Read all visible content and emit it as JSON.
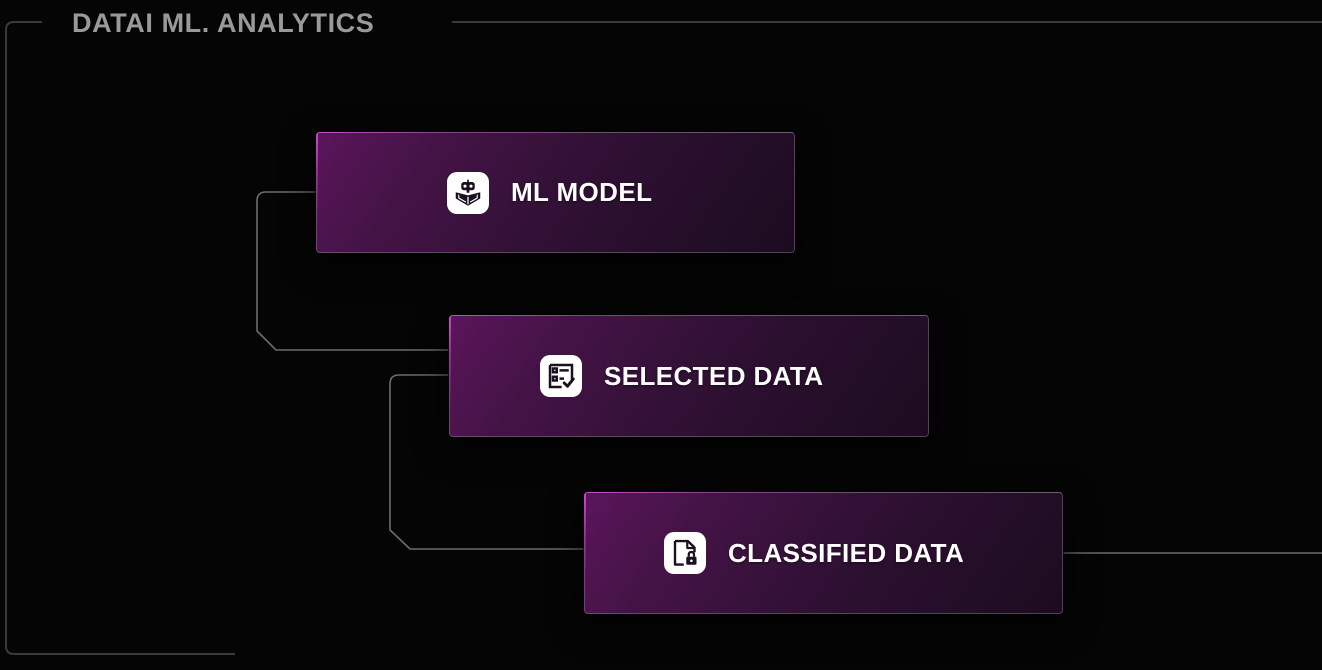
{
  "panel": {
    "title": "DATAI ML. ANALYTICS",
    "title_color": "#9a9a9a",
    "background_color": "#050505",
    "frame_color": "#3a3a3a"
  },
  "theme": {
    "node_accent": "#d746d7",
    "node_fill_start": "#601660",
    "node_fill_end": "#1c0c20",
    "node_border": "#afaab4",
    "label_color": "#ffffff",
    "connector_color": "#6d6d6d"
  },
  "flow": {
    "nodes": [
      {
        "id": "ml-model",
        "label": "ML MODEL",
        "icon": "robot-book-icon"
      },
      {
        "id": "selected-data",
        "label": "SELECTED DATA",
        "icon": "checklist-icon"
      },
      {
        "id": "classified-data",
        "label": "CLASSIFIED DATA",
        "icon": "locked-document-icon"
      }
    ],
    "connectors": [
      {
        "id": "ml-model-to-selected-data",
        "from": "ml-model",
        "to": "selected-data"
      },
      {
        "id": "selected-data-to-classified-data",
        "from": "selected-data",
        "to": "classified-data"
      },
      {
        "id": "classified-data-output",
        "from": "classified-data",
        "to": "right-edge"
      }
    ]
  }
}
